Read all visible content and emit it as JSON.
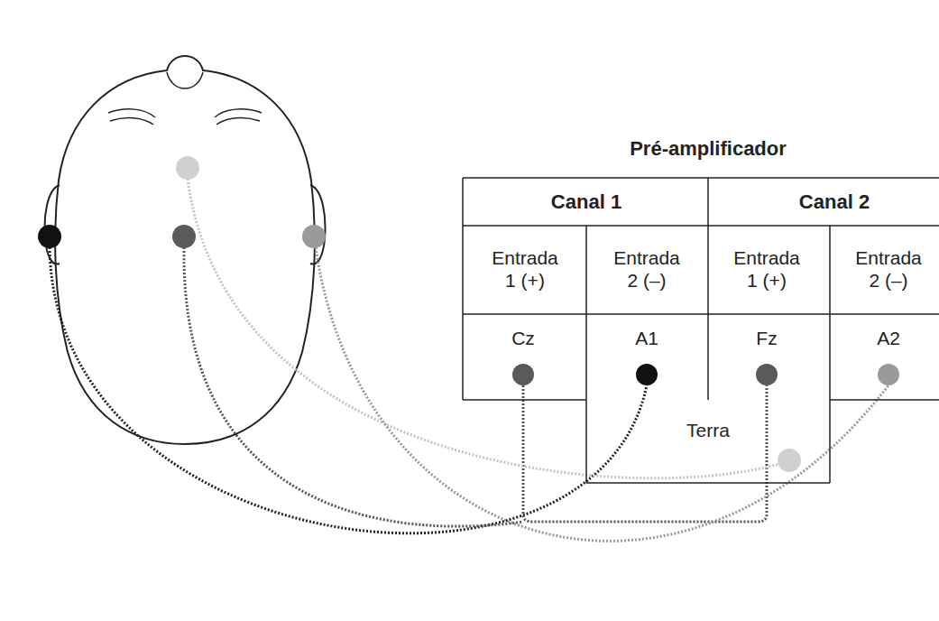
{
  "diagram": {
    "labels": [
      "Pré-amplificador",
      "Canal 1",
      "Canal 2",
      "Entrada 1 (+)",
      "Entrada 2 (–)",
      "Entrada 1 (+)",
      "Entrada 2 (–)",
      "Cz",
      "A1",
      "Fz",
      "A2",
      "Terra"
    ]
  }
}
